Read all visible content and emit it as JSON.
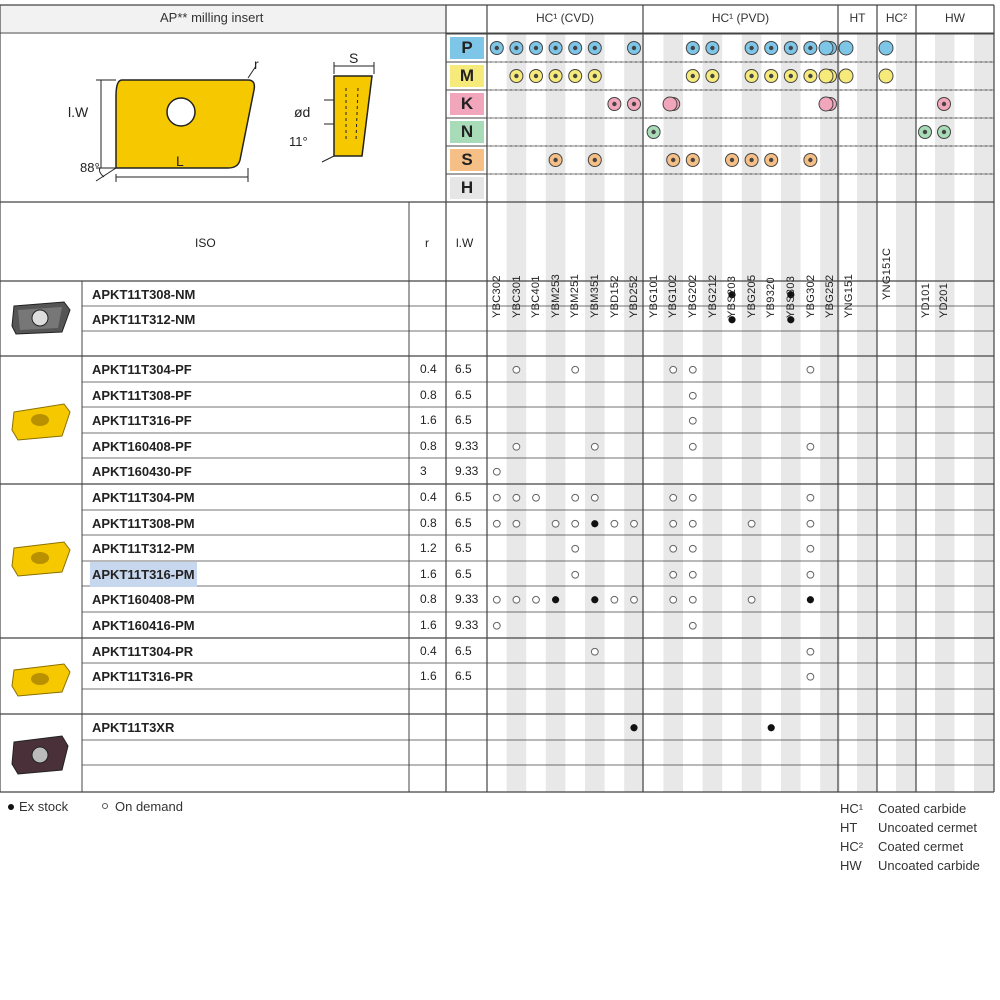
{
  "title": "AP** milling insert",
  "diagram": {
    "r": "r",
    "lw": "l.W",
    "l": "L",
    "angle88": "88°",
    "s": "S",
    "d": "ød",
    "angle11": "11°"
  },
  "groups": [
    {
      "key": "hc1cvd",
      "label": "HC¹ (CVD)"
    },
    {
      "key": "hc1pvd",
      "label": "HC¹ (PVD)"
    },
    {
      "key": "ht",
      "label": "HT"
    },
    {
      "key": "hc2",
      "label": "HC²"
    },
    {
      "key": "hw",
      "label": "HW"
    }
  ],
  "materials": [
    {
      "code": "P",
      "color": "#7ec6e8"
    },
    {
      "code": "M",
      "color": "#f6ea7a"
    },
    {
      "code": "K",
      "color": "#f2a6bc"
    },
    {
      "code": "N",
      "color": "#a8dcb8"
    },
    {
      "code": "S",
      "color": "#f6bf86"
    },
    {
      "code": "H",
      "color": "#e6e6e6"
    }
  ],
  "grades": [
    "YBC302",
    "YBC301",
    "YBC401",
    "YBM253",
    "YBM251",
    "YBM351",
    "YBD152",
    "YBD252",
    "YBG101",
    "YBG102",
    "YBG202",
    "YBG212",
    "YBS203",
    "YBG205",
    "YB9320",
    "YBS303",
    "YBG302",
    "YBG252",
    "YNG151",
    "YNG151C",
    "YD101",
    "YD201"
  ],
  "columns": {
    "iso": "ISO",
    "r": "r",
    "lw": "l.W"
  },
  "rows": [
    {
      "iso": "APKT11T308-NM",
      "r": "",
      "lw": ""
    },
    {
      "iso": "APKT11T312-NM",
      "r": "",
      "lw": ""
    },
    {
      "iso": "",
      "r": "",
      "lw": ""
    },
    {
      "iso": "APKT11T304-PF",
      "r": "0.4",
      "lw": "6.5"
    },
    {
      "iso": "APKT11T308-PF",
      "r": "0.8",
      "lw": "6.5"
    },
    {
      "iso": "APKT11T316-PF",
      "r": "1.6",
      "lw": "6.5"
    },
    {
      "iso": "APKT160408-PF",
      "r": "0.8",
      "lw": "9.33"
    },
    {
      "iso": "APKT160430-PF",
      "r": "3",
      "lw": "9.33"
    },
    {
      "iso": "APKT11T304-PM",
      "r": "0.4",
      "lw": "6.5"
    },
    {
      "iso": "APKT11T308-PM",
      "r": "0.8",
      "lw": "6.5"
    },
    {
      "iso": "APKT11T312-PM",
      "r": "1.2",
      "lw": "6.5"
    },
    {
      "iso": "APKT11T316-PM",
      "r": "1.6",
      "lw": "6.5"
    },
    {
      "iso": "APKT160408-PM",
      "r": "0.8",
      "lw": "9.33"
    },
    {
      "iso": "APKT160416-PM",
      "r": "1.6",
      "lw": "9.33"
    },
    {
      "iso": "APKT11T304-PR",
      "r": "0.4",
      "lw": "6.5"
    },
    {
      "iso": "APKT11T316-PR",
      "r": "1.6",
      "lw": "6.5"
    },
    {
      "iso": "",
      "r": "",
      "lw": ""
    },
    {
      "iso": "APKT11T3XR",
      "r": "",
      "lw": ""
    },
    {
      "iso": "",
      "r": "",
      "lw": ""
    },
    {
      "iso": "",
      "r": "",
      "lw": ""
    }
  ],
  "availability": [
    {
      "row": 0,
      "grade": "YBS203",
      "mark": "stock"
    },
    {
      "row": 0,
      "grade": "YBS303",
      "mark": "stock"
    },
    {
      "row": 1,
      "grade": "YBS203",
      "mark": "stock"
    },
    {
      "row": 1,
      "grade": "YBS303",
      "mark": "stock"
    },
    {
      "row": 3,
      "grade": "YBC301",
      "mark": "demand"
    },
    {
      "row": 3,
      "grade": "YBM251",
      "mark": "demand"
    },
    {
      "row": 3,
      "grade": "YBG102",
      "mark": "demand"
    },
    {
      "row": 3,
      "grade": "YBG202",
      "mark": "demand"
    },
    {
      "row": 3,
      "grade": "YBG302",
      "mark": "demand"
    },
    {
      "row": 4,
      "grade": "YBG202",
      "mark": "demand"
    },
    {
      "row": 5,
      "grade": "YBG202",
      "mark": "demand"
    },
    {
      "row": 6,
      "grade": "YBC301",
      "mark": "demand"
    },
    {
      "row": 6,
      "grade": "YBM351",
      "mark": "demand"
    },
    {
      "row": 6,
      "grade": "YBG202",
      "mark": "demand"
    },
    {
      "row": 6,
      "grade": "YBG302",
      "mark": "demand"
    },
    {
      "row": 7,
      "grade": "YBC302",
      "mark": "demand"
    },
    {
      "row": 8,
      "grade": "YBC302",
      "mark": "demand"
    },
    {
      "row": 8,
      "grade": "YBC301",
      "mark": "demand"
    },
    {
      "row": 8,
      "grade": "YBC401",
      "mark": "demand"
    },
    {
      "row": 8,
      "grade": "YBM251",
      "mark": "demand"
    },
    {
      "row": 8,
      "grade": "YBM351",
      "mark": "demand"
    },
    {
      "row": 8,
      "grade": "YBG102",
      "mark": "demand"
    },
    {
      "row": 8,
      "grade": "YBG202",
      "mark": "demand"
    },
    {
      "row": 8,
      "grade": "YBG302",
      "mark": "demand"
    },
    {
      "row": 9,
      "grade": "YBC302",
      "mark": "demand"
    },
    {
      "row": 9,
      "grade": "YBC301",
      "mark": "demand"
    },
    {
      "row": 9,
      "grade": "YBM253",
      "mark": "demand"
    },
    {
      "row": 9,
      "grade": "YBM251",
      "mark": "demand"
    },
    {
      "row": 9,
      "grade": "YBM351",
      "mark": "stock"
    },
    {
      "row": 9,
      "grade": "YBD152",
      "mark": "demand"
    },
    {
      "row": 9,
      "grade": "YBD252",
      "mark": "demand"
    },
    {
      "row": 9,
      "grade": "YBG102",
      "mark": "demand"
    },
    {
      "row": 9,
      "grade": "YBG202",
      "mark": "demand"
    },
    {
      "row": 9,
      "grade": "YBG205",
      "mark": "demand"
    },
    {
      "row": 9,
      "grade": "YBG302",
      "mark": "demand"
    },
    {
      "row": 10,
      "grade": "YBM251",
      "mark": "demand"
    },
    {
      "row": 10,
      "grade": "YBG102",
      "mark": "demand"
    },
    {
      "row": 10,
      "grade": "YBG202",
      "mark": "demand"
    },
    {
      "row": 10,
      "grade": "YBG302",
      "mark": "demand"
    },
    {
      "row": 11,
      "grade": "YBM251",
      "mark": "demand"
    },
    {
      "row": 11,
      "grade": "YBG102",
      "mark": "demand"
    },
    {
      "row": 11,
      "grade": "YBG202",
      "mark": "demand"
    },
    {
      "row": 11,
      "grade": "YBG302",
      "mark": "demand"
    },
    {
      "row": 12,
      "grade": "YBC302",
      "mark": "demand"
    },
    {
      "row": 12,
      "grade": "YBC301",
      "mark": "demand"
    },
    {
      "row": 12,
      "grade": "YBC401",
      "mark": "demand"
    },
    {
      "row": 12,
      "grade": "YBM253",
      "mark": "stock"
    },
    {
      "row": 12,
      "grade": "YBM351",
      "mark": "stock"
    },
    {
      "row": 12,
      "grade": "YBD152",
      "mark": "demand"
    },
    {
      "row": 12,
      "grade": "YBD252",
      "mark": "demand"
    },
    {
      "row": 12,
      "grade": "YBG102",
      "mark": "demand"
    },
    {
      "row": 12,
      "grade": "YBG202",
      "mark": "demand"
    },
    {
      "row": 12,
      "grade": "YBG205",
      "mark": "demand"
    },
    {
      "row": 12,
      "grade": "YBG302",
      "mark": "stock"
    },
    {
      "row": 13,
      "grade": "YBC302",
      "mark": "demand"
    },
    {
      "row": 13,
      "grade": "YBG202",
      "mark": "demand"
    },
    {
      "row": 14,
      "grade": "YBM351",
      "mark": "demand"
    },
    {
      "row": 14,
      "grade": "YBG302",
      "mark": "demand"
    },
    {
      "row": 15,
      "grade": "YBG302",
      "mark": "demand"
    },
    {
      "row": 17,
      "grade": "YBD252",
      "mark": "stock"
    },
    {
      "row": 17,
      "grade": "YB9320",
      "mark": "stock"
    }
  ],
  "legend": {
    "stock": "Ex stock",
    "demand": "On demand"
  },
  "key": [
    {
      "code": "HC¹",
      "desc": "Coated carbide"
    },
    {
      "code": "HT",
      "desc": "Uncoated cermet"
    },
    {
      "code": "HC²",
      "desc": "Coated cermet"
    },
    {
      "code": "HW",
      "desc": "Uncoated carbide"
    }
  ],
  "colors": {
    "grid": "#444",
    "shade": "#e8e8e8",
    "insert": "#f5c800",
    "highlight": "#c7d7ee"
  }
}
